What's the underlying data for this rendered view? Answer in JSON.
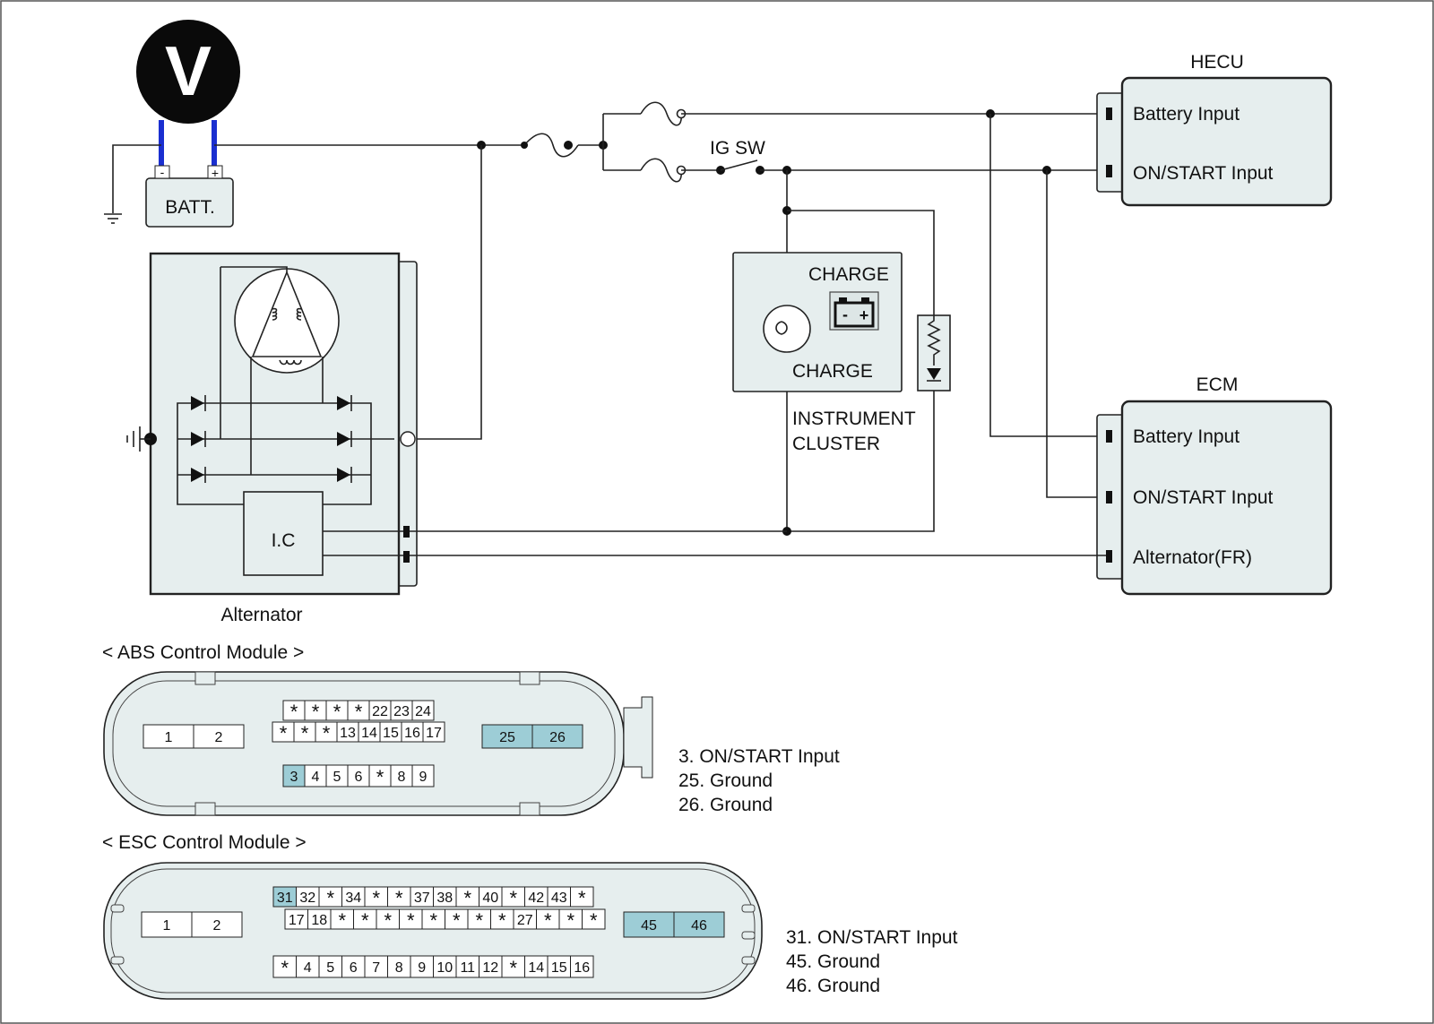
{
  "meter": {
    "symbol": "V"
  },
  "battery": {
    "label": "BATT.",
    "neg": "-",
    "pos": "+"
  },
  "ig_switch": {
    "label": "IG SW"
  },
  "hecu": {
    "title": "HECU",
    "pins": [
      "Battery Input",
      "ON/START Input"
    ]
  },
  "ecm": {
    "title": "ECM",
    "pins": [
      "Battery Input",
      "ON/START Input",
      "Alternator(FR)"
    ]
  },
  "cluster": {
    "top_label": "CHARGE",
    "bottom_label": "CHARGE",
    "name_line1": "INSTRUMENT",
    "name_line2": "CLUSTER",
    "battery_neg": "-",
    "battery_pos": "+"
  },
  "alternator": {
    "label": "Alternator",
    "ic_label": "I.C"
  },
  "abs": {
    "title": "< ABS Control Module >",
    "left_pins": [
      "1",
      "2"
    ],
    "right_pins": [
      "25",
      "26"
    ],
    "row1": [
      "*",
      "*",
      "*",
      "*",
      "22",
      "23",
      "24"
    ],
    "row2": [
      "*",
      "*",
      "*",
      "13",
      "14",
      "15",
      "16",
      "17"
    ],
    "row3": [
      "3",
      "4",
      "5",
      "6",
      "*",
      "8",
      "9"
    ],
    "legend": [
      "3. ON/START Input",
      "25. Ground",
      "26. Ground"
    ],
    "highlighted": [
      "3",
      "25",
      "26"
    ]
  },
  "esc": {
    "title": "< ESC Control Module >",
    "left_pins": [
      "1",
      "2"
    ],
    "right_pins": [
      "45",
      "46"
    ],
    "row1": [
      "31",
      "32",
      "*",
      "34",
      "*",
      "*",
      "37",
      "38",
      "*",
      "40",
      "*",
      "42",
      "43",
      "*"
    ],
    "row2": [
      "17",
      "18",
      "*",
      "*",
      "*",
      "*",
      "*",
      "*",
      "*",
      "*",
      "27",
      "*",
      "*",
      "*"
    ],
    "row3": [
      "*",
      "4",
      "5",
      "6",
      "7",
      "8",
      "9",
      "10",
      "11",
      "12",
      "*",
      "14",
      "15",
      "16"
    ],
    "legend": [
      "31. ON/START Input",
      "45. Ground",
      "46. Ground"
    ],
    "highlighted": [
      "31",
      "45",
      "46"
    ]
  },
  "colors": {
    "module_fill": "#e6eeee",
    "highlight": "#9dcdd6",
    "probe": "#1a2fd0",
    "wire": "#222222"
  }
}
